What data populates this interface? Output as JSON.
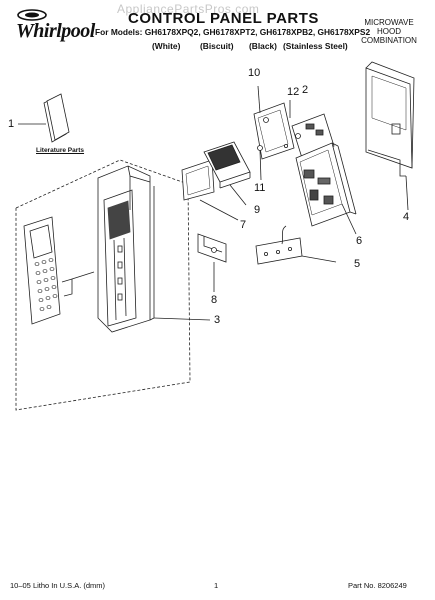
{
  "header": {
    "brand": "Whirlpool",
    "watermark": "AppliancePartsPros.com",
    "title": "CONTROL PANEL PARTS",
    "models_line": "For Models: GH6178XPQ2, GH6178XPT2, GH6178XPB2, GH6178XPS2",
    "color_white": "(White)",
    "color_biscuit": "(Biscuit)",
    "color_black": "(Black)",
    "color_stainless": "(Stainless Steel)",
    "appliance_type_line1": "MICROWAVE",
    "appliance_type_line2": "HOOD",
    "appliance_type_line3": "COMBINATION"
  },
  "diagram": {
    "literature_label": "Literature Parts",
    "callouts": [
      "1",
      "2",
      "3",
      "4",
      "5",
      "6",
      "7",
      "8",
      "9",
      "10",
      "11",
      "12"
    ]
  },
  "footer": {
    "left": "10–05 Litho In U.S.A. (dmm)",
    "center": "1",
    "right": "Part No. 8206249"
  }
}
